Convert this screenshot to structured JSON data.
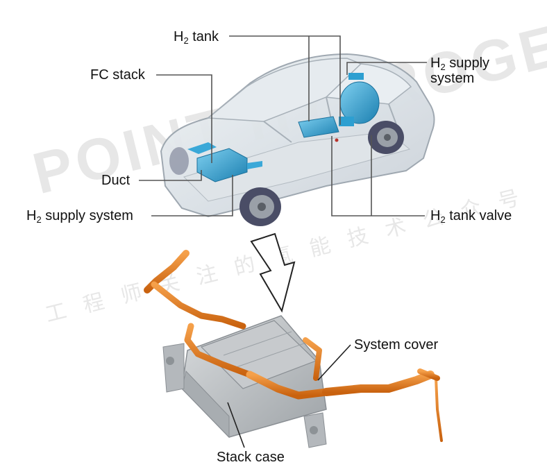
{
  "labels": {
    "h2_tank": {
      "prefix": "H",
      "sub": "2",
      "rest": " tank"
    },
    "fc_stack": "FC stack",
    "h2_supply_system_right": {
      "prefix": "H",
      "sub": "2",
      "line1_rest": " supply",
      "line2": "system"
    },
    "duct": "Duct",
    "h2_supply_system_left": {
      "prefix": "H",
      "sub": "2",
      "rest": " supply system"
    },
    "h2_tank_valve": {
      "prefix": "H",
      "sub": "2",
      "rest": " tank valve"
    },
    "system_cover": "System cover",
    "stack_case": "Stack case"
  },
  "watermark": {
    "main": "POINT HYDROGEN",
    "sub": "工程师关注的氢能技术公众号"
  },
  "colors": {
    "leader_line": "#555555",
    "car_body": "#cfd6dc",
    "component_blue": "#2d9fd1",
    "pipe_orange": "#e07a1f",
    "stack_grey": "#b9bdc0"
  },
  "icons": {
    "arrow": "down-arrow-outline-icon"
  }
}
